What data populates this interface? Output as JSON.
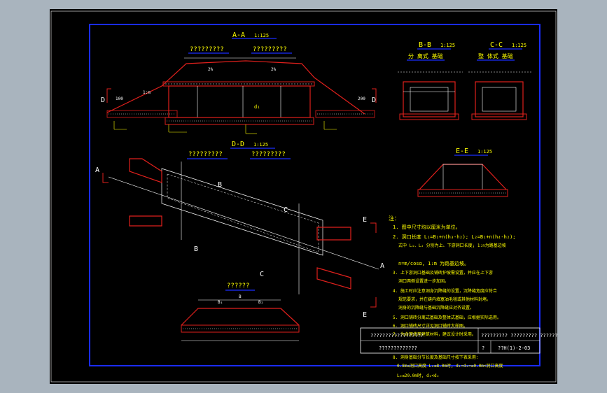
{
  "sections": {
    "aa": {
      "title": "A-A",
      "scale": "1:125",
      "label_left": "?????????",
      "label_right": "?????????",
      "dim_left": "2%",
      "dim_right": "2%",
      "dim_100": "100",
      "dim_200": "200",
      "slope": "1:m",
      "mark": "d₁"
    },
    "bb": {
      "title": "B-B",
      "scale": "1:125",
      "subtitle": "分 离式 基础"
    },
    "cc": {
      "title": "C-C",
      "scale": "1:125",
      "subtitle": "整 体式 基础"
    },
    "dd": {
      "title": "D-D",
      "scale": "1:125",
      "label_left": "?????????",
      "label_right": "?????????"
    },
    "ee": {
      "title": "E-E",
      "scale": "1:125"
    },
    "bottom": {
      "title": "??????",
      "dim_b": "B",
      "dim_b1": "B₁",
      "dim_b2": "B₂"
    }
  },
  "markers": {
    "A": "A",
    "B": "B",
    "C": "C",
    "D": "D",
    "E": "E"
  },
  "notes": {
    "heading": "注：",
    "lines": [
      "1. 图中尺寸均以厘米为单位。",
      "2. 洞口长度 L₁=B₁+n(h₃-h₂); L₂=B₁+n(h₄-h₂);",
      "式中 L₁、L₂ 分别为上、下游洞口长度; 1:n为路基边坡",
      "n=m/cosα, 1:m 为路基边坡。",
      "3. 上下游洞口基础及铺砖护坡需设置，并应在上下游",
      "洞口两侧设置进一步加固。",
      "4. 施工时应注意洞身沉降缝的设置，沉降缝宽度应符合",
      "规范要求，并在缝内填塞油毛毯或其他材料封堵。",
      "洞身的沉降缝与基础沉降缝应对齐设置。",
      "5. 洞口铺砖分离式基础及整体式基础，应根据实际选用。",
      "6. 洞口铺砖尺寸详见洞口铺砖大样图。",
      "7. 为合理使用建筑材料，建议设计时采用。",
      "8. 洞身基础分节长度及基础尺寸按下表采用：",
      "0.8m≤洞口高度 L₀≤8.0m时, d₁=d₂=≥0.0m<洞口高度",
      "L₀≤20.0m时, d₁<d₂"
    ]
  },
  "title_block": {
    "row1_left": "??????????????????",
    "row1_right": "????????? ????????? ??????",
    "row2_left": "?????????????",
    "row2_mid": "?",
    "row2_right": "??H(1)-2-03"
  }
}
